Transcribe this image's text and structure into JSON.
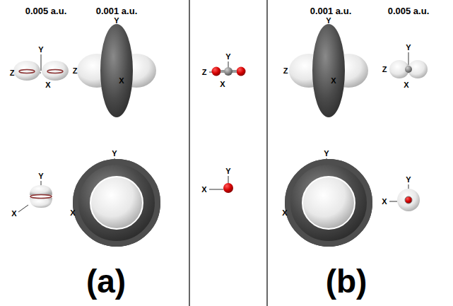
{
  "diagram": {
    "labels": [
      "0.005 a.u.",
      "0.001 a.u.",
      "0.001 a.u.",
      "0.005 a.u.",
      "Y",
      "Z",
      "X",
      "Y",
      "Z",
      "X",
      "Y",
      "Z",
      "X",
      "Y",
      "Z",
      "X",
      "Y",
      "Z",
      "X",
      "Y",
      "X",
      "Y",
      "X",
      "Y",
      "X",
      "Y",
      "X",
      "Y",
      "X",
      "(a)",
      "(b)"
    ]
  }
}
